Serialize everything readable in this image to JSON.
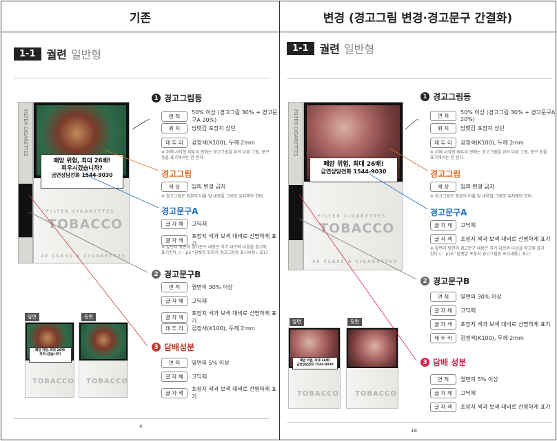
{
  "headers": {
    "left": "기존",
    "right": "변경 (경고그림 변경·경고문구 간결화)"
  },
  "tag": {
    "num": "1-1",
    "kind": "궐련",
    "type": "일반형"
  },
  "warning": {
    "old_line1": "폐암 위험, 최대 26배!",
    "old_line2": "피우시겠습니까?",
    "hotline": "금연상담전화 1544-9030",
    "new_line1": "폐암 위험, 최대 26배!",
    "new_hotline": "금연상담전화 1544-9030"
  },
  "brand": {
    "name": "TOBACCO",
    "sub_top": "FILTER CIGARETTES",
    "sub_bottom": "20 CLASS A CIGARETTES"
  },
  "small_labels": {
    "front": "앞면",
    "back": "뒷면"
  },
  "sections": {
    "s1": {
      "num": "1",
      "title": "경고그림등"
    },
    "s1_rows_old": [
      {
        "k": "면    적",
        "v": "50% 이상 (경고그림 30% + 경고문구A 20%)"
      },
      {
        "k": "위    치",
        "v": "담뱃갑 포장지 상단"
      },
      {
        "k": "테 두 리",
        "v": "검정색(K100), 두께 2mm"
      }
    ],
    "s1_note": "※ 위에 사각형 테두리 안에는 경고그림을 위의 다른 그림, 문구 등을 표기해서는 안 된다.",
    "s1_note_new": "※ 위에 사각형 테두리 안에는 경고그림을 위의 다른 그림, 문구 등을 표기해서는 안 된다.",
    "img": {
      "title": "경고그림"
    },
    "img_rows": [
      {
        "k": "색    상",
        "v": "임의 변경 금지"
      }
    ],
    "img_note": "※ 경고그림은 원본의 비율 및 내용을 그대로 유지해야 한다.",
    "textA": {
      "title": "경고문구A"
    },
    "textA_rows": [
      {
        "k": "글 자 체",
        "v": "고딕체"
      },
      {
        "k": "글 자 색",
        "v": "포장지 색과 보색 대비로 선명하게 표기"
      }
    ],
    "textA_note": "※ 앞면과 뒷면의 경고문구 내용은 각기 다르며 다음을 참고해 표기한다. (☞ p2 \"담뱃갑 포장지 경고그림등 표시내용」표1)",
    "textA_note_new": "※ 앞면과 뒷면의 경고문구 내용은 각기 다르며 다음을 참고해 표기한다 (☞ p16 \"담뱃갑 포장지 경고그림등 표시내용」표1).",
    "s2": {
      "num": "2",
      "title": "경고문구B"
    },
    "s2_rows": [
      {
        "k": "면    적",
        "v": "옆면의 30% 이상"
      },
      {
        "k": "글 자 체",
        "v": "고딕체"
      },
      {
        "k": "글 자 색",
        "v": "포장지 색과 보색 대비로 선명하게 표기"
      },
      {
        "k": "테 두 리",
        "v": "검정색(K100), 두께 2mm"
      }
    ],
    "s3": {
      "num": "3",
      "title_old": "담배성분",
      "title_new": "담배 성분"
    },
    "s3_rows": [
      {
        "k": "면    적",
        "v": "옆면의 5% 이상"
      },
      {
        "k": "글 자 체",
        "v": "고딕체"
      },
      {
        "k": "글 자 색",
        "v": "포장지 색과 보색 대비로 선명하게 표기"
      }
    ]
  },
  "pages": {
    "left": "4",
    "right": "18"
  },
  "colors": {
    "dark": "#222222",
    "img_orange": "#e06a1e",
    "textA_blue": "#1f6fc0",
    "s3_red_old": "#c0392b",
    "s3_red_new": "#d6204e",
    "gray": "#666666"
  }
}
